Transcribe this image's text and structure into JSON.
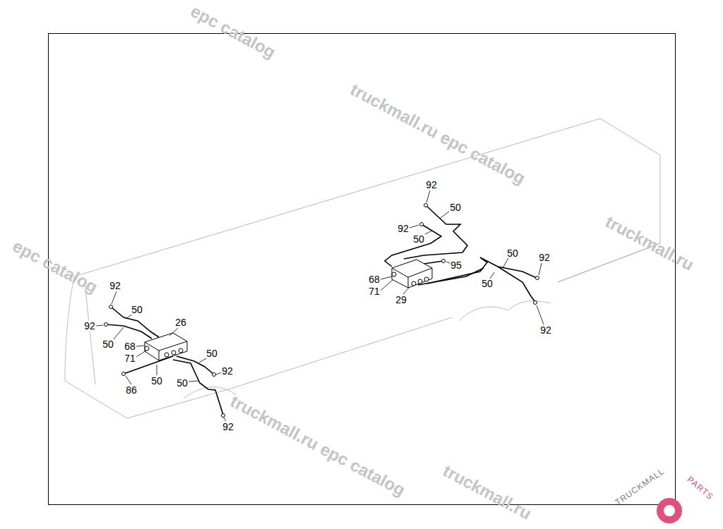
{
  "diagram": {
    "labels": [
      "92",
      "50",
      "92",
      "50",
      "26",
      "68",
      "71",
      "50",
      "92",
      "50",
      "86",
      "50",
      "92",
      "92",
      "50",
      "92",
      "50",
      "50",
      "92",
      "95",
      "68",
      "50",
      "71",
      "29",
      "92",
      "epc catalog",
      "truckmall.ru epc catalog",
      "truckmall.ru",
      "epc catalog",
      "truckmall.ru epc catalog",
      "truckmall.ru",
      "TRUCKMALL",
      "PARTS"
    ]
  }
}
